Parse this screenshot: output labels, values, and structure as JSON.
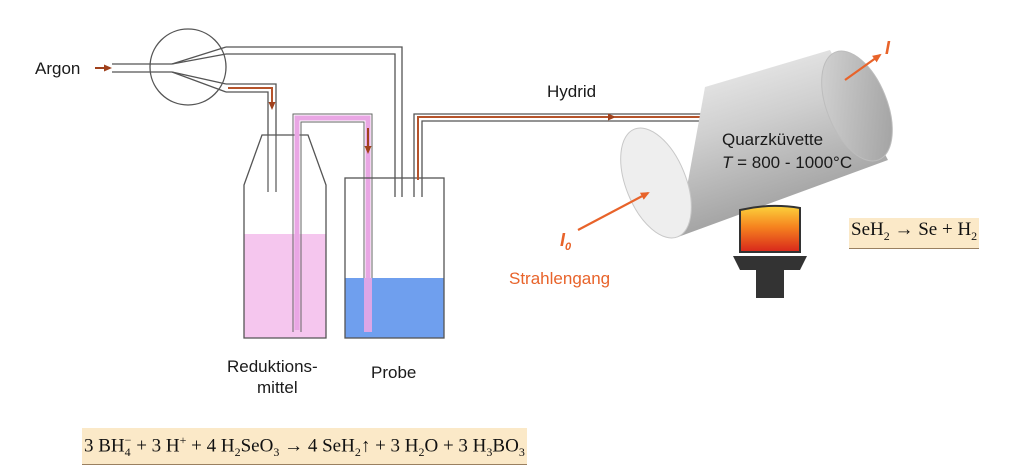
{
  "labels": {
    "argon": "Argon",
    "hydrid": "Hydrid",
    "quarzkuevette": "Quarzküvette",
    "temp_symbol": "T",
    "temp_value": " = 800 - 1000°C",
    "reduktion_line1": "Reduktions-",
    "reduktion_line2": "mittel",
    "probe": "Probe",
    "strahlengang": "Strahlengang",
    "i_out": "I",
    "i0": "I",
    "i0_sub": "0"
  },
  "equations": {
    "reaction_main": {
      "p1": "3 BH",
      "p1_sub": "4",
      "p1_sup": "−",
      "p2": " + 3 H",
      "p2_sup": "+",
      "p3": " + 4 H",
      "p3_sub": "2",
      "p4": "SeO",
      "p4_sub": "3",
      "p5": " → 4 SeH",
      "p5_sub": "2",
      "p6": "↑ + 3 H",
      "p6_sub": "2",
      "p7": "O + 3 H",
      "p7_sub": "3",
      "p8": "BO",
      "p8_sub": "3"
    },
    "decomposition": {
      "p1": "SeH",
      "p1_sub": "2",
      "p2": " → Se + H",
      "p2_sub": "2"
    }
  },
  "colors": {
    "tube": "#555555",
    "gas_flow": "#b5532a",
    "reducing_agent_liquid": "#f5c6ee",
    "sample_liquid": "#6f9fee",
    "capillary": "#e9a6e4",
    "beam": "#e8632a",
    "cuvette": "#c8c8c8",
    "equation_bg": "#fbe9c8"
  }
}
